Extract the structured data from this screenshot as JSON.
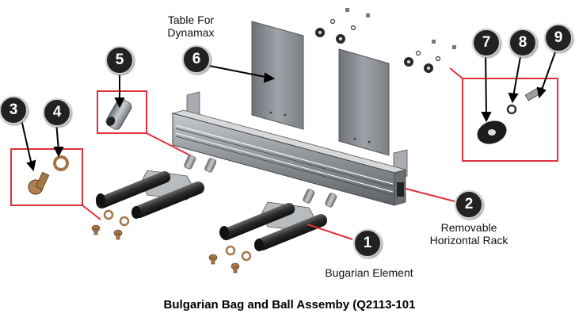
{
  "title": "Bulgarian Bag and Ball Assemby (Q2113-101",
  "callouts": [
    {
      "num": "1",
      "label": "Bugarian Element"
    },
    {
      "num": "2",
      "label": "Removable Horizontal Rack"
    },
    {
      "num": "3",
      "label": ""
    },
    {
      "num": "4",
      "label": ""
    },
    {
      "num": "5",
      "label": ""
    },
    {
      "num": "6",
      "label": "Table For Dynamax"
    },
    {
      "num": "7",
      "label": ""
    },
    {
      "num": "8",
      "label": ""
    },
    {
      "num": "9",
      "label": ""
    }
  ],
  "colors": {
    "highlight_box": "#e0303a",
    "leader_line": "#e0303a",
    "badge": "#222222",
    "part": "#9a9ea3"
  }
}
